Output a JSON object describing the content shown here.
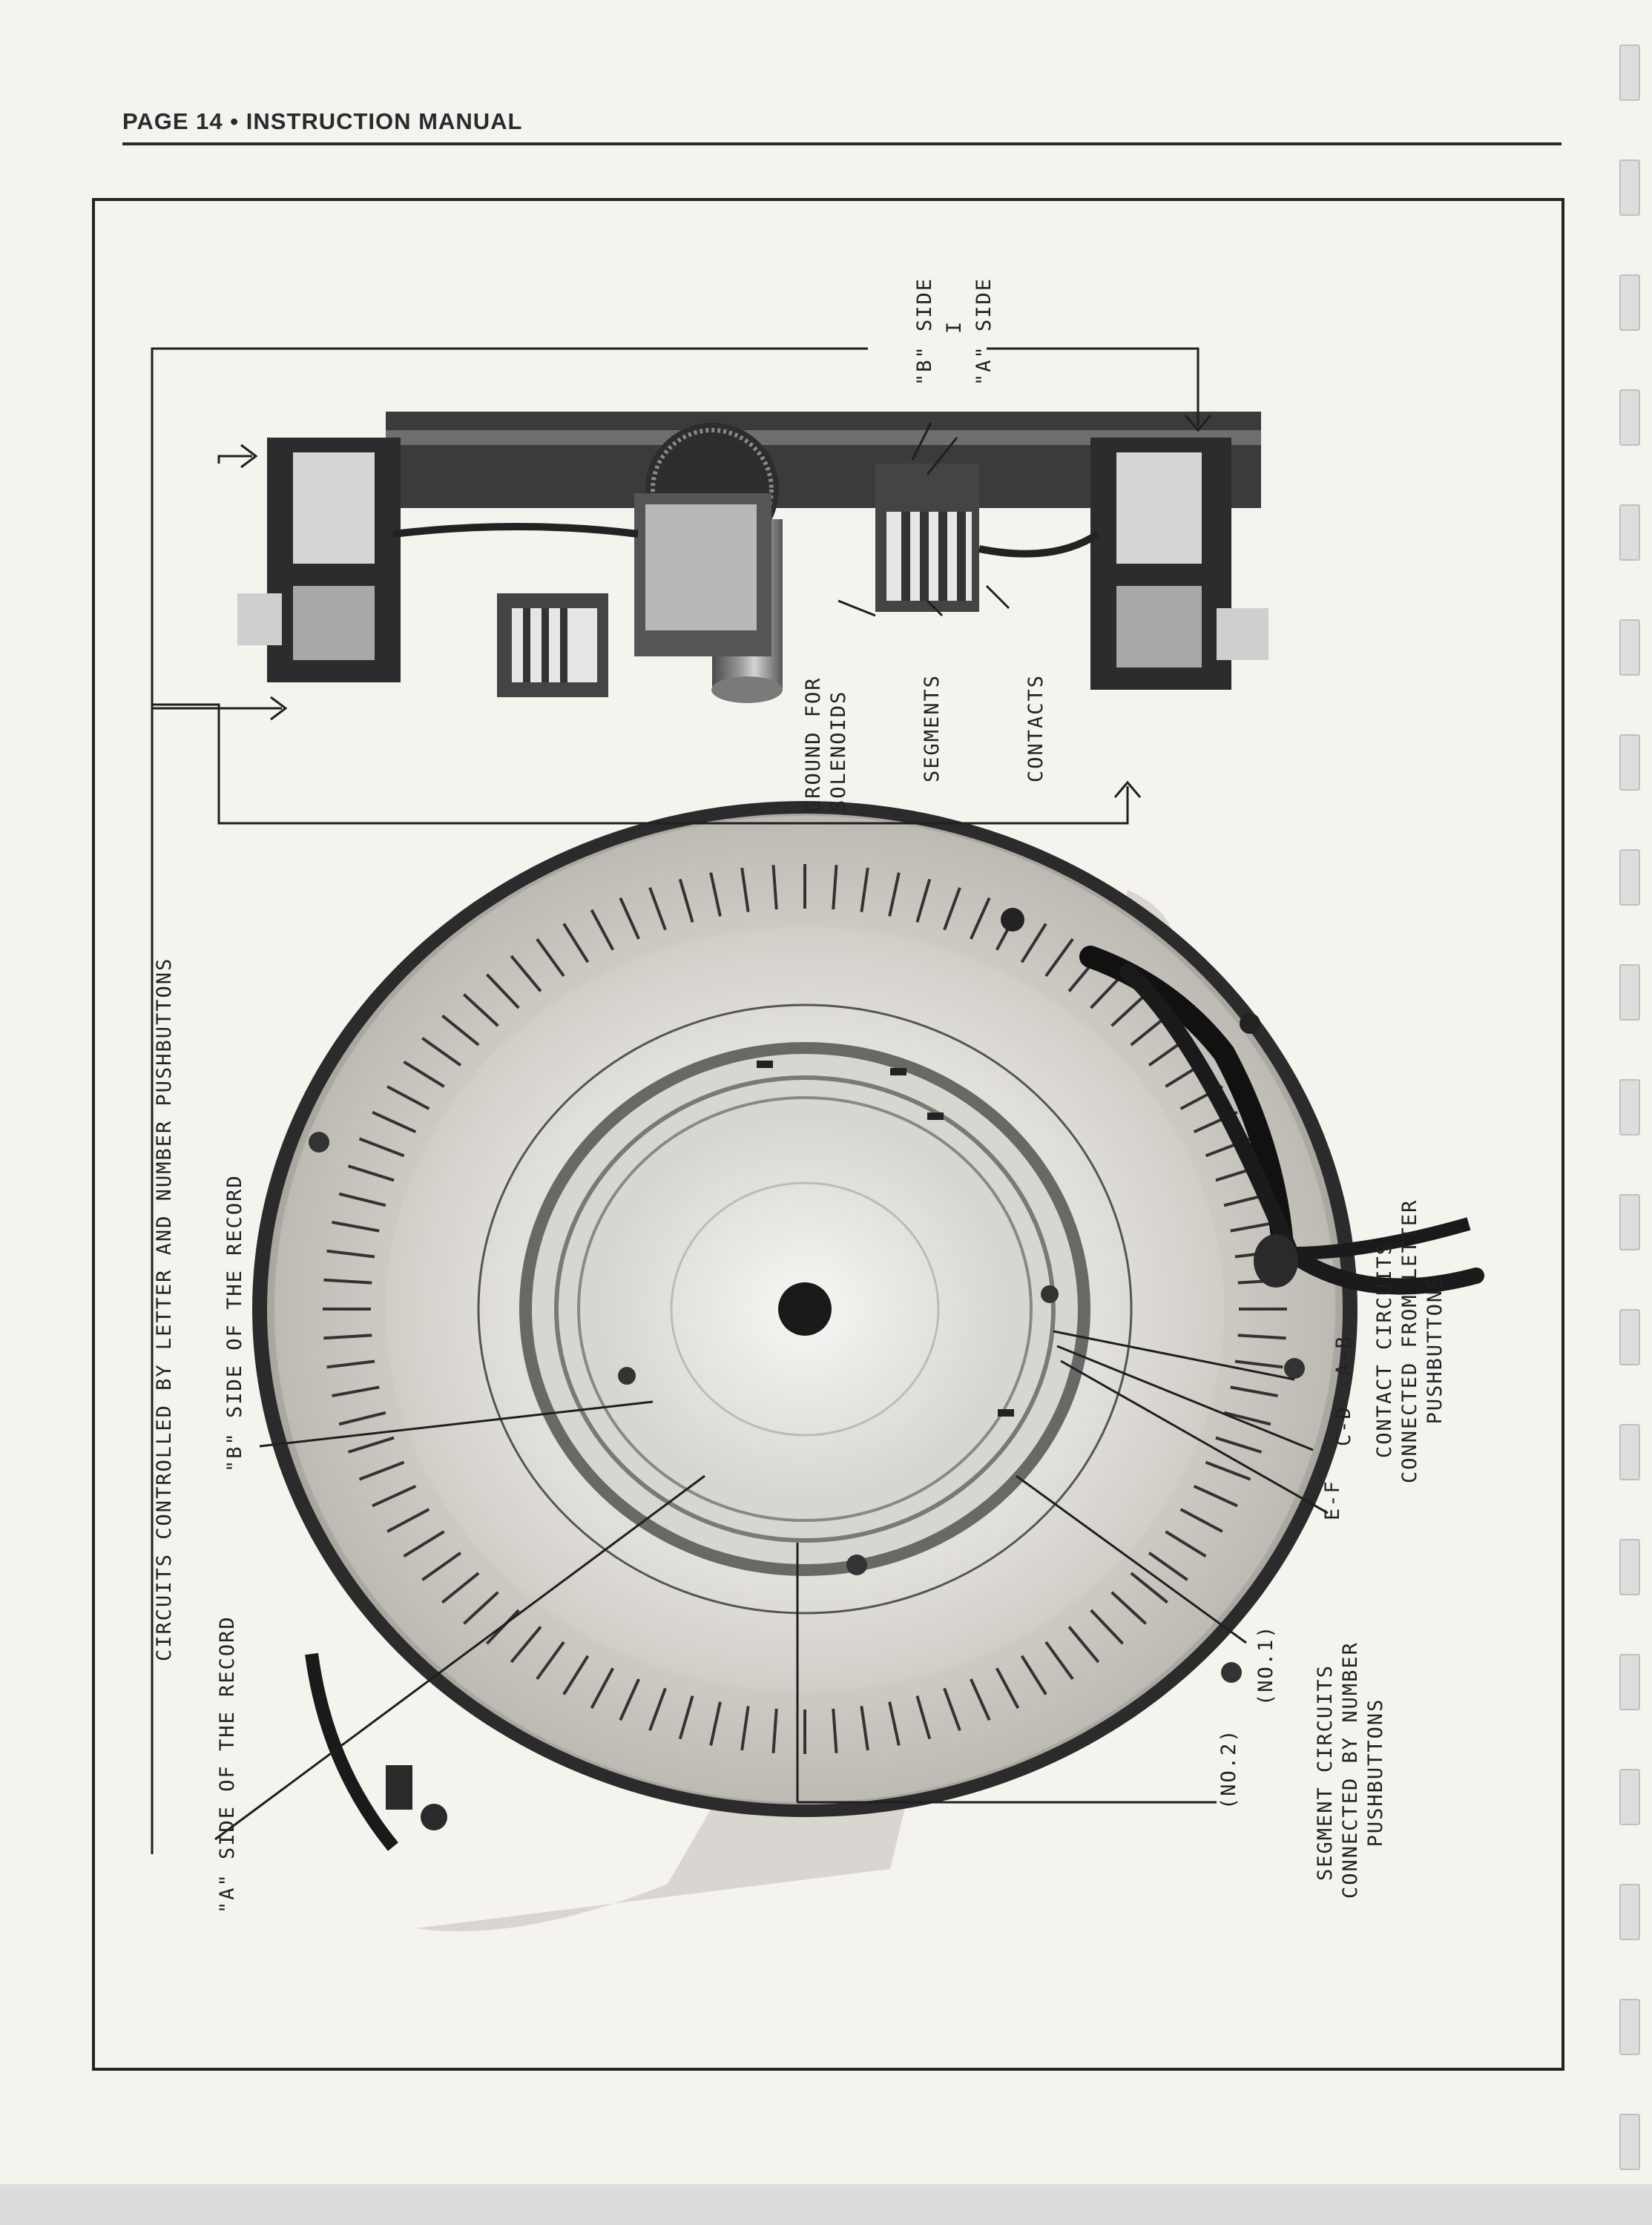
{
  "header": {
    "text": "PAGE 14  •  INSTRUCTION MANUAL"
  },
  "labels": {
    "circuits_top": "CIRCUITS CONTROLLED BY LETTER AND NUMBER PUSHBUTTONS",
    "a_side": "\"A\" SIDE OF THE RECORD",
    "b_side": "\"B\" SIDE OF THE RECORD",
    "ground_line1": "GROUND FOR",
    "ground_line2": "SOLENOIDS",
    "segments": "SEGMENTS",
    "contacts": "CONTACTS",
    "b_side_small": "\"B\" SIDE",
    "dash": "I",
    "a_side_small": "\"A\" SIDE",
    "no2": "(NO.2)",
    "no1": "(NO.1)",
    "seg_line1": "SEGMENT CIRCUITS",
    "seg_line2": "CONNECTED BY NUMBER",
    "seg_line3": "PUSHBUTTONS",
    "ef": "E-F",
    "cd": "C-D",
    "ab": "A-B",
    "contact_line1": "CONTACT CIRCUITS",
    "contact_line2": "CONNECTED FROM LETTER",
    "contact_line3": "PUSHBUTTONS"
  }
}
